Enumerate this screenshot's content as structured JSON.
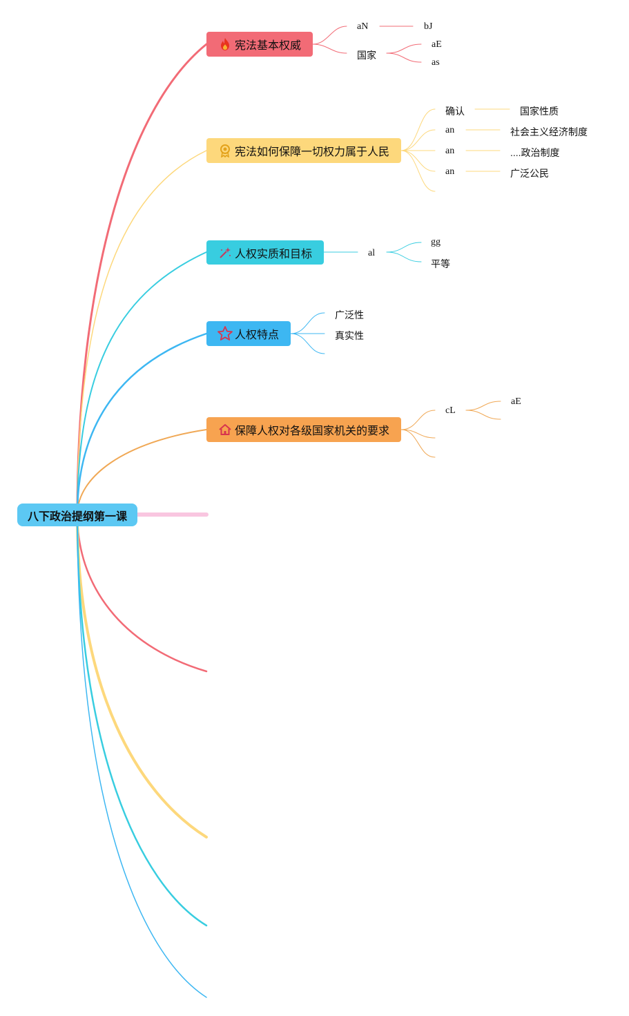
{
  "root": {
    "label": "八下政治提纲第一课"
  },
  "topics": [
    {
      "label": "宪法基本权威",
      "color": "#f26b76",
      "icon": "fire-icon"
    },
    {
      "label": "宪法如何保障一切权力属于人民",
      "color": "#fdd87c",
      "icon": "award-ribbon-icon"
    },
    {
      "label": "人权实质和目标",
      "color": "#38cde0",
      "icon": "magic-wand-icon"
    },
    {
      "label": "人权特点",
      "color": "#3db7f2",
      "icon": "star-icon"
    },
    {
      "label": "保障人权对各级国家机关的要求",
      "color": "#f7a350",
      "icon": "house-icon"
    }
  ],
  "t1": {
    "aN": "aN",
    "bJ": "bJ",
    "guojia": "国家",
    "aE": "aE",
    "as": "as"
  },
  "t2": {
    "rows": [
      {
        "left": "确认",
        "right": "国家性质"
      },
      {
        "left": "an",
        "right": "社会主义经济制度"
      },
      {
        "left": "an",
        "right": "....政治制度"
      },
      {
        "left": "an",
        "right": "广泛公民"
      }
    ]
  },
  "t3": {
    "al": "al",
    "gg": "gg",
    "pingdeng": "平等"
  },
  "t4": {
    "items": [
      "广泛性",
      "真实性"
    ]
  },
  "t5": {
    "cL": "cL",
    "aE": "aE"
  },
  "colors": {
    "pink": "#f9c6e0",
    "red": "#f26b76",
    "yellow": "#fdd87c",
    "cyan": "#38cde0",
    "blue": "#3db7f2",
    "orange": "#f0a855"
  }
}
